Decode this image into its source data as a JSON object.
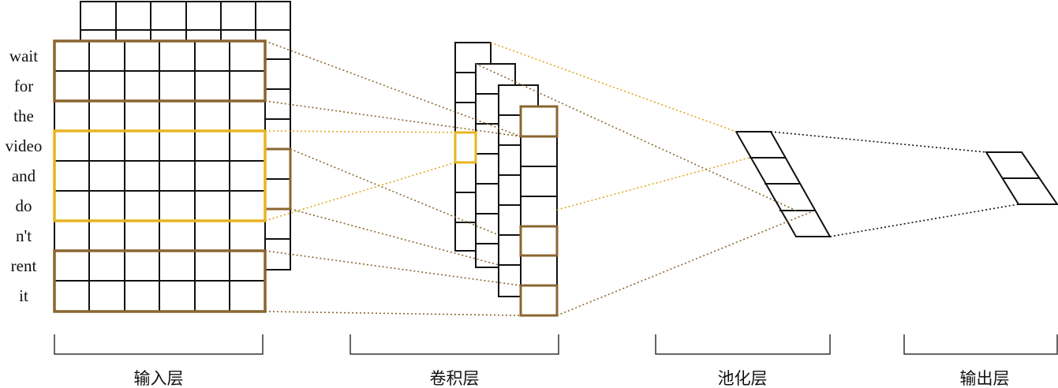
{
  "words": [
    "wait",
    "for",
    "the",
    "video",
    "and",
    "do",
    "n't",
    "rent",
    "it"
  ],
  "layers": [
    "输入层",
    "卷积层",
    "池化层",
    "输出层"
  ],
  "colors": {
    "brown": "#8b6530",
    "gold": "#e8b422",
    "black": "#111111",
    "connector_brown": "#8b6530",
    "connector_gold": "#e0a820"
  }
}
